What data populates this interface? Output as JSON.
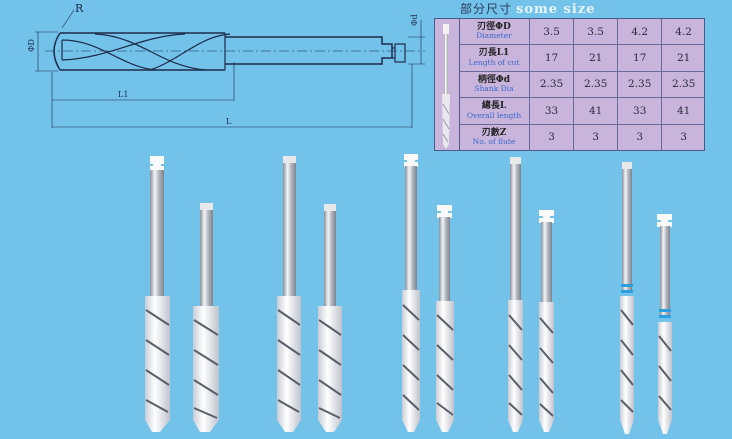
{
  "drawing": {
    "labels": {
      "radius": "R",
      "diameter": "ΦD",
      "shank_diameter": "Φd",
      "cut_length": "L1",
      "overall_length": "L"
    },
    "line_color": "#1e2a4a"
  },
  "spec_table": {
    "title_zh": "部分尺寸",
    "title_en": "some size",
    "rows": [
      {
        "label_zh": "刃徑ΦD",
        "label_en": "Diameter",
        "values": [
          "3.5",
          "3.5",
          "4.2",
          "4.2"
        ]
      },
      {
        "label_zh": "刃長L1",
        "label_en": "Length of cut",
        "values": [
          "17",
          "21",
          "17",
          "21"
        ]
      },
      {
        "label_zh": "柄徑Φd",
        "label_en": "Shank Dia",
        "values": [
          "2.35",
          "2.35",
          "2.35",
          "2.35"
        ]
      },
      {
        "label_zh": "總長L",
        "label_en": "Overall length",
        "values": [
          "33",
          "41",
          "33",
          "41"
        ]
      },
      {
        "label_zh": "刃數Z",
        "label_en": "No. of flute",
        "values": [
          "3",
          "3",
          "3",
          "3"
        ]
      }
    ],
    "background": "#c9b5dc",
    "label_en_color": "#3a66c8"
  },
  "photos": {
    "drill_count": 10,
    "marker_color": "#2aa0e0",
    "background": "#72c2ea"
  }
}
